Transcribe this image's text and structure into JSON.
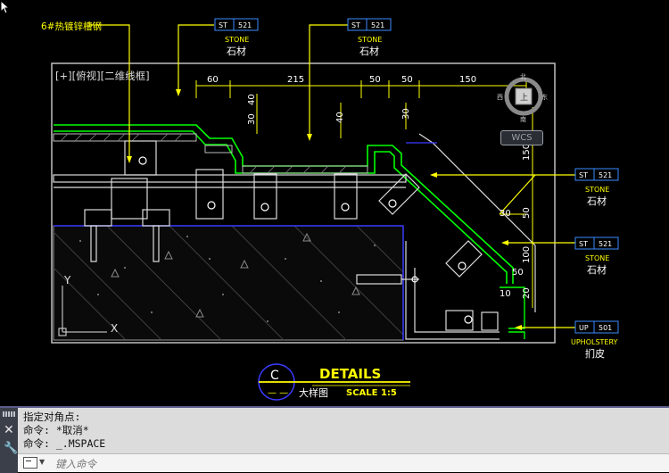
{
  "viewport": {
    "label": "[+][俯视][二维线框]",
    "wcs_label": "WCS",
    "viewcube": {
      "top": "北",
      "bottom": "南",
      "left": "西",
      "right": "东",
      "face": "上"
    }
  },
  "drawing": {
    "callout_top_left": "6#热镀锌槽钢",
    "tags": [
      {
        "code": "ST",
        "num": "521",
        "en": "STONE",
        "cn": "石材"
      },
      {
        "code": "ST",
        "num": "521",
        "en": "STONE",
        "cn": "石材"
      },
      {
        "code": "ST",
        "num": "521",
        "en": "STONE",
        "cn": "石材"
      },
      {
        "code": "ST",
        "num": "521",
        "en": "STONE",
        "cn": "石材"
      },
      {
        "code": "UP",
        "num": "501",
        "en": "UPHOLSTERY",
        "cn": "扪皮"
      }
    ],
    "dimensions_top": [
      "60",
      "215",
      "50",
      "50",
      "150"
    ],
    "dimensions_small": [
      "40",
      "30",
      "40",
      "30"
    ],
    "dimensions_right": [
      "150",
      "30",
      "50",
      "100",
      "50",
      "10",
      "20"
    ],
    "title_block": {
      "letter": "C",
      "title": "DETAILS",
      "subtitle": "大样图",
      "scale": "SCALE 1:5"
    }
  },
  "command_line": {
    "history": [
      "指定对角点:",
      "命令: *取消*",
      "命令: _.MSPACE"
    ],
    "input_placeholder": "键入命令"
  },
  "colors": {
    "yellow": "#ffff00",
    "green": "#00ff00",
    "cyan_blue": "#3b3bff",
    "white": "#ffffff",
    "gray": "#9a9a9a"
  }
}
